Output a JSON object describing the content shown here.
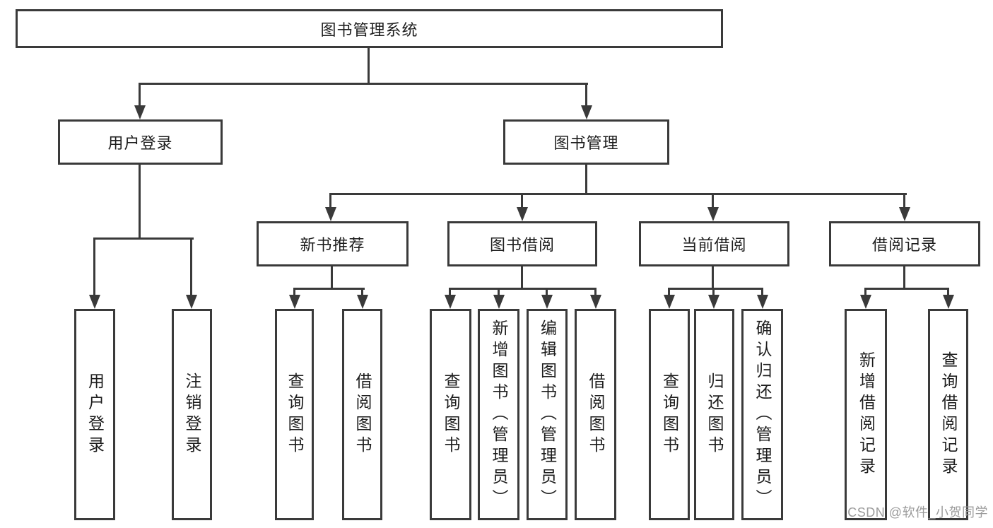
{
  "tree": {
    "label": "图书管理系统",
    "children": [
      {
        "label": "用户登录",
        "children": [
          {
            "label": "用户登录"
          },
          {
            "label": "注销登录"
          }
        ]
      },
      {
        "label": "图书管理",
        "children": [
          {
            "label": "新书推荐",
            "children": [
              {
                "label": "查询图书"
              },
              {
                "label": "借阅图书"
              }
            ]
          },
          {
            "label": "图书借阅",
            "children": [
              {
                "label": "查询图书"
              },
              {
                "label": "新增图书（管理员）"
              },
              {
                "label": "编辑图书（管理员）"
              },
              {
                "label": "借阅图书"
              }
            ]
          },
          {
            "label": "当前借阅",
            "children": [
              {
                "label": "查询图书"
              },
              {
                "label": "归还图书"
              },
              {
                "label": "确认归还（管理员）"
              }
            ]
          },
          {
            "label": "借阅记录",
            "children": [
              {
                "label": "新增借阅记录"
              },
              {
                "label": "查询借阅记录"
              }
            ]
          }
        ]
      }
    ]
  },
  "watermark": "CSDN @软件_小贺同学",
  "colors": {
    "line": "#3a3a3a",
    "text": "#1d1d1d",
    "watermark": "#9b9b9b",
    "background": "#ffffff"
  }
}
